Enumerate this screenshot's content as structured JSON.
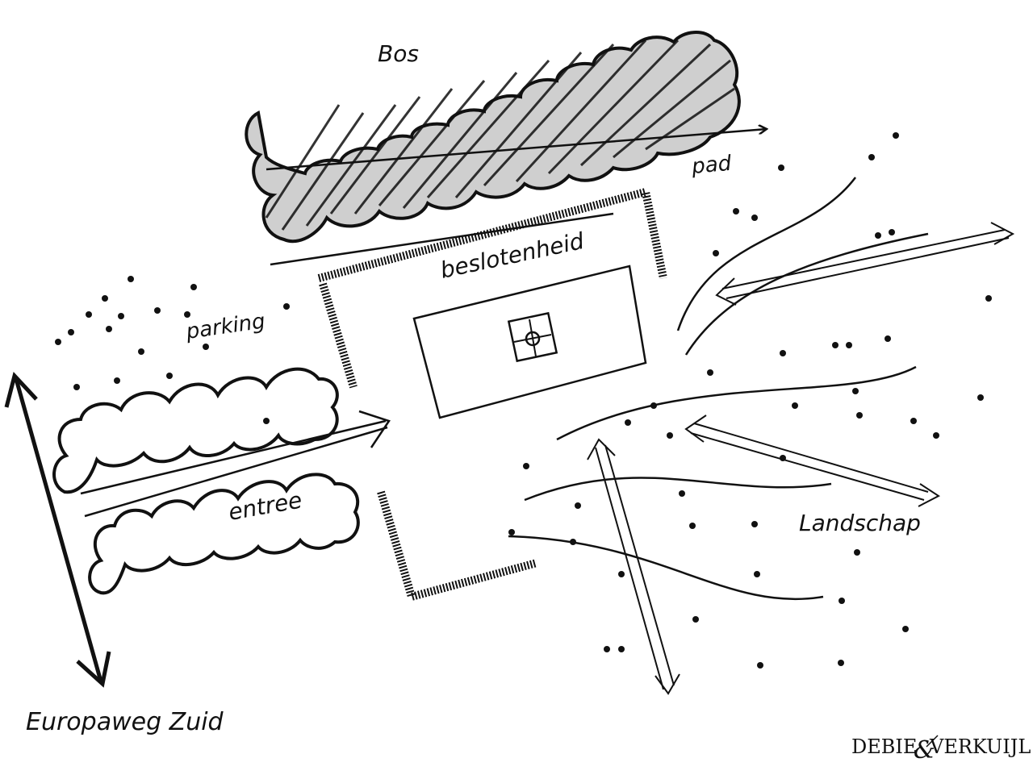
{
  "labels": {
    "bos": "Bos",
    "pad": "pad",
    "beslotenheid": "beslotenheid",
    "parking": "parking",
    "entree": "entree",
    "landschap": "Landschap",
    "europaweg": "Europaweg Zuid"
  },
  "logo": {
    "name_left": "DEBIE",
    "ampersand": "&",
    "name_right": "VERKUIJL"
  },
  "colors": {
    "ink": "#111111",
    "paper": "#ffffff"
  }
}
